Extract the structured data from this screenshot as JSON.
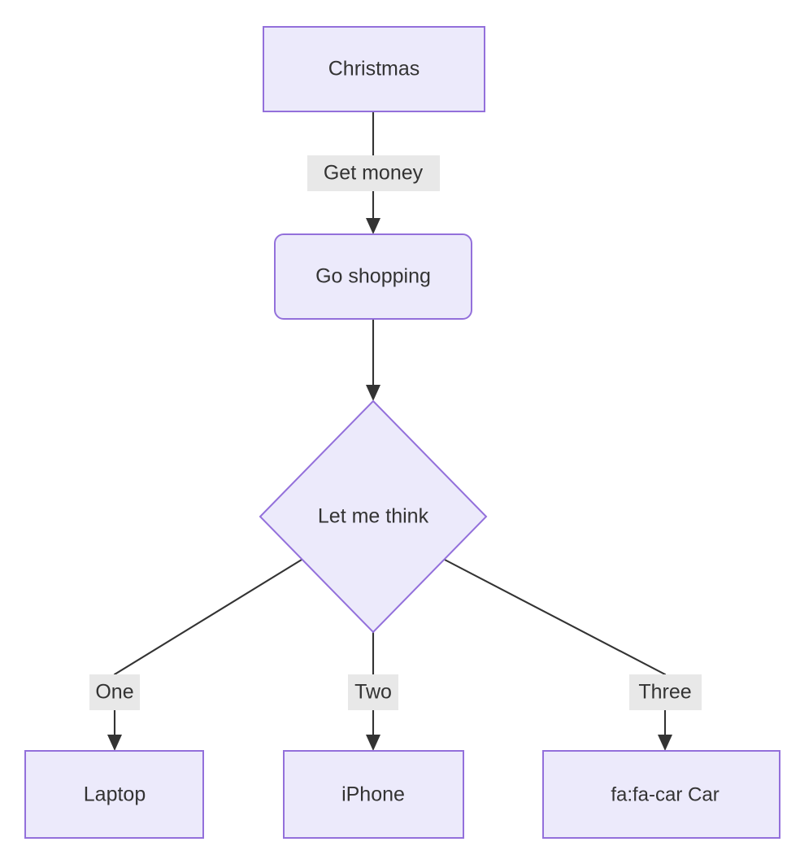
{
  "diagram": {
    "type": "flowchart",
    "direction": "top-down",
    "theme": {
      "node_fill": "#ECEAFB",
      "node_stroke": "#9370DB",
      "edge_stroke": "#333333",
      "text_color": "#333333",
      "edge_label_bg": "#E8E8E8",
      "background": "#ffffff"
    },
    "nodes": [
      {
        "id": "christmas",
        "label": "Christmas",
        "shape": "rectangle"
      },
      {
        "id": "go_shopping",
        "label": "Go shopping",
        "shape": "rounded-rectangle"
      },
      {
        "id": "let_me_think",
        "label": "Let me think",
        "shape": "diamond"
      },
      {
        "id": "laptop",
        "label": "Laptop",
        "shape": "rectangle"
      },
      {
        "id": "iphone",
        "label": "iPhone",
        "shape": "rectangle"
      },
      {
        "id": "car",
        "label": "fa:fa-car Car",
        "shape": "rectangle"
      }
    ],
    "edges": [
      {
        "from": "christmas",
        "to": "go_shopping",
        "label": "Get money"
      },
      {
        "from": "go_shopping",
        "to": "let_me_think",
        "label": ""
      },
      {
        "from": "let_me_think",
        "to": "laptop",
        "label": "One"
      },
      {
        "from": "let_me_think",
        "to": "iphone",
        "label": "Two"
      },
      {
        "from": "let_me_think",
        "to": "car",
        "label": "Three"
      }
    ]
  }
}
